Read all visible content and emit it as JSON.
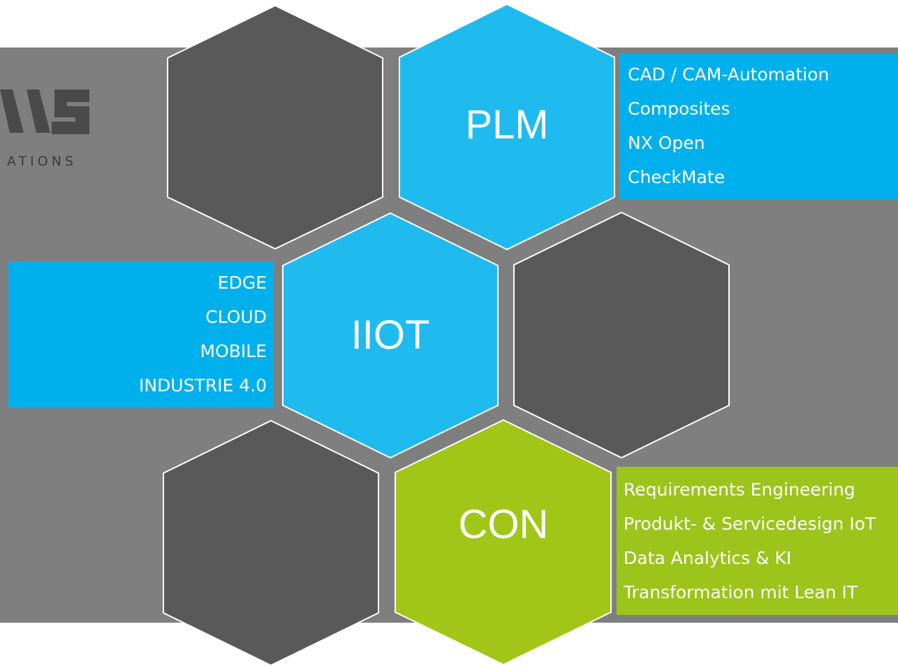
{
  "logo": {
    "mark_text": "MS",
    "subtitle": "ATIONS"
  },
  "colors": {
    "backdrop": "#7f7f7f",
    "hex_dark": "#595959",
    "hex_blue": "#1fbbee",
    "hex_green": "#a2c617",
    "box_blue": "#00b0ec",
    "box_green": "#9cc41b"
  },
  "hexagons": {
    "plm": {
      "label": "PLM"
    },
    "iiot": {
      "label": "IIOT"
    },
    "con": {
      "label": "CON"
    }
  },
  "boxes": {
    "plm": {
      "items": [
        "CAD / CAM-Automation",
        "Composites",
        "NX Open",
        "CheckMate"
      ]
    },
    "iiot": {
      "items": [
        "EDGE",
        "CLOUD",
        "MOBILE",
        "INDUSTRIE 4.0"
      ]
    },
    "con": {
      "items": [
        "Requirements Engineering",
        "Produkt- & Servicedesign IoT",
        "Data Analytics & KI",
        "Transformation mit Lean IT"
      ]
    }
  }
}
